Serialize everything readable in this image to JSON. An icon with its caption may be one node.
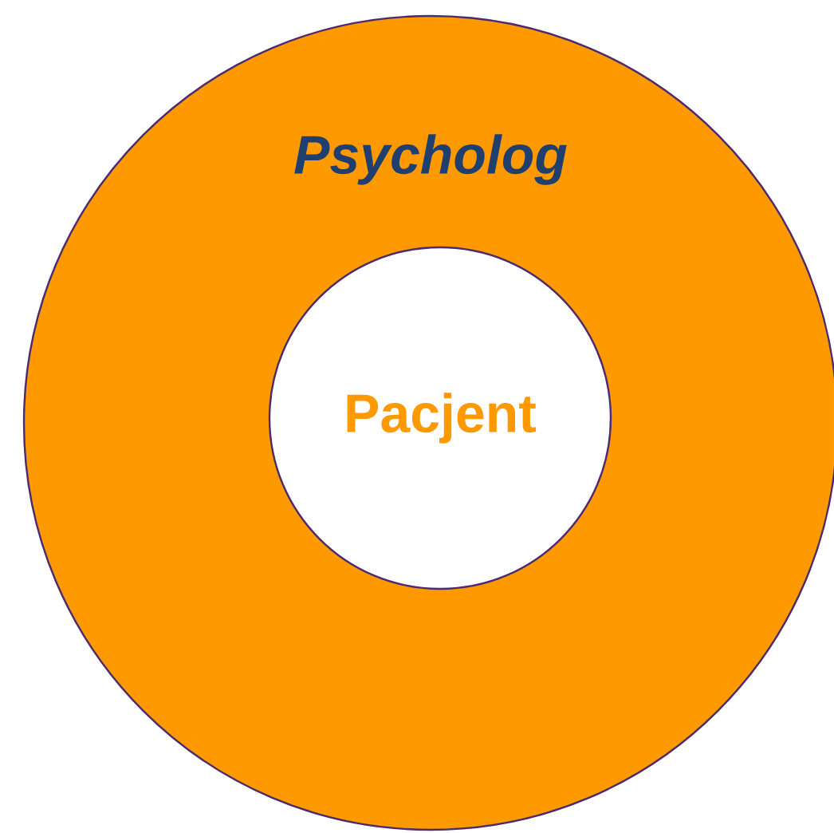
{
  "diagram": {
    "nodes": [
      {
        "text": [
          "Psycholog"
        ]
      },
      {
        "text": [
          "Pacjent"
        ],
        "in": 0
      }
    ]
  }
}
